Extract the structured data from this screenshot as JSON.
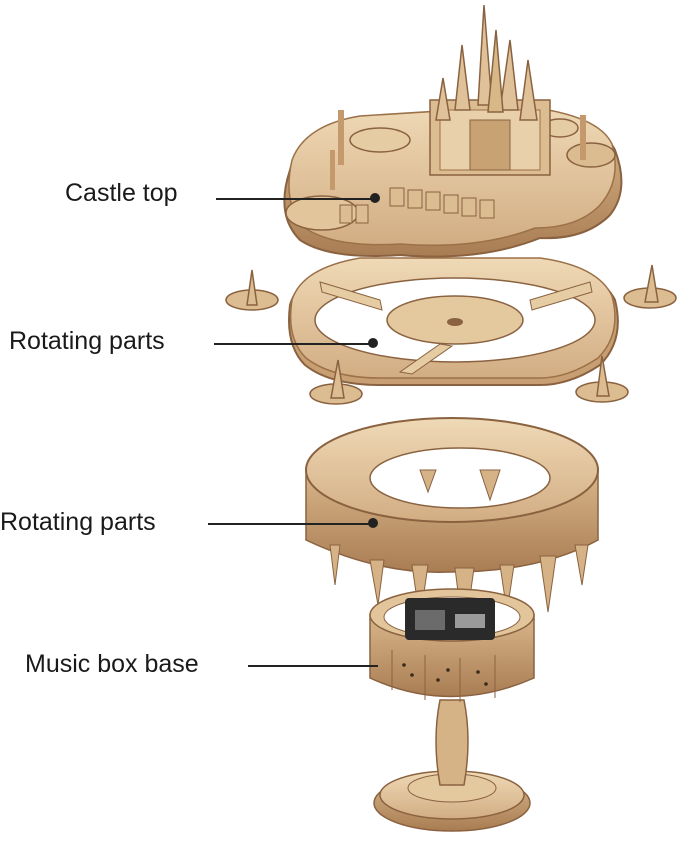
{
  "labels": {
    "castle_top": "Castle top",
    "rotating_parts_1": "Rotating parts",
    "rotating_parts_2": "Rotating parts",
    "music_box_base": "Music box base"
  },
  "colors": {
    "wood_light": "#e8cfa8",
    "wood_mid": "#d4b087",
    "wood_dark": "#a87c52",
    "wood_edge": "#8a6240",
    "mechanism": "#2a2a2a",
    "text": "#1a1a1a"
  },
  "icons": [
    "castle-model",
    "rotating-ring",
    "stalactite-ring",
    "music-box-base"
  ]
}
